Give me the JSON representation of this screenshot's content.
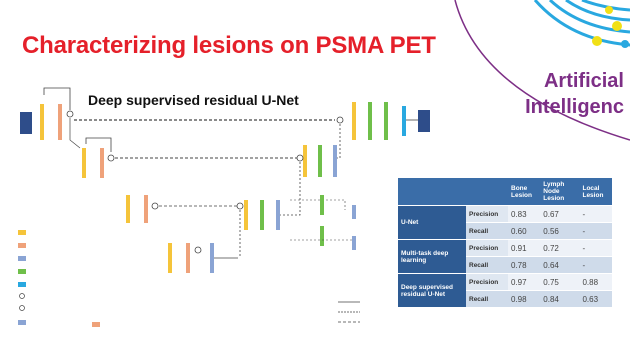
{
  "slide": {
    "title": "Characterizing lesions on PSMA PET",
    "branding_line1": "Artificial",
    "branding_line2": "Intelligenc",
    "diagram_title": "Deep supervised residual U-Net"
  },
  "colors": {
    "title_red": "#e5202a",
    "ai_purple": "#7d2f86",
    "input_navy": "#2e4d8a",
    "block_yellow": "#f5c43a",
    "block_orange": "#efa27a",
    "block_blue": "#8aa4d4",
    "block_green": "#6fbf4a",
    "block_cyan": "#29a8e0",
    "table_header": "#3a6da8"
  },
  "results_table": {
    "columns": [
      "",
      "",
      "Bone Lesion",
      "Lymph Node Lesion",
      "Local Lesion"
    ],
    "rows": [
      {
        "method": "U-Net",
        "metric": "Precision",
        "bone": "0.83",
        "lymph": "0.67",
        "local": "-"
      },
      {
        "method": "",
        "metric": "Recall",
        "bone": "0.60",
        "lymph": "0.56",
        "local": "-"
      },
      {
        "method": "Multi-task deep learning",
        "metric": "Precision",
        "bone": "0.91",
        "lymph": "0.72",
        "local": "-"
      },
      {
        "method": "",
        "metric": "Recall",
        "bone": "0.78",
        "lymph": "0.64",
        "local": "-"
      },
      {
        "method": "Deep supervised residual U-Net",
        "metric": "Precision",
        "bone": "0.97",
        "lymph": "0.75",
        "local": "0.88"
      },
      {
        "method": "",
        "metric": "Recall",
        "bone": "0.98",
        "lymph": "0.84",
        "local": "0.63"
      }
    ]
  }
}
